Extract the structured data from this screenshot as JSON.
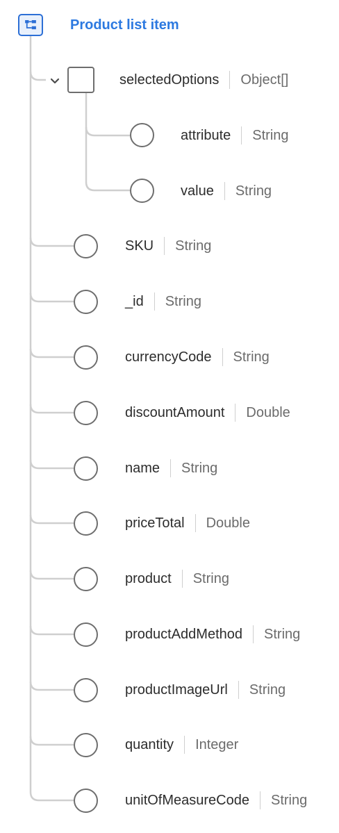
{
  "root": {
    "title": "Product list item",
    "icon": "schema-tree-icon",
    "accent_color": "#2c79e0"
  },
  "selected_options": {
    "name": "selectedOptions",
    "type": "Object[]",
    "expanded": true,
    "children": [
      {
        "name": "attribute",
        "type": "String"
      },
      {
        "name": "value",
        "type": "String"
      }
    ]
  },
  "fields": [
    {
      "name": "SKU",
      "type": "String"
    },
    {
      "name": "_id",
      "type": "String"
    },
    {
      "name": "currencyCode",
      "type": "String"
    },
    {
      "name": "discountAmount",
      "type": "Double"
    },
    {
      "name": "name",
      "type": "String"
    },
    {
      "name": "priceTotal",
      "type": "Double"
    },
    {
      "name": "product",
      "type": "String"
    },
    {
      "name": "productAddMethod",
      "type": "String"
    },
    {
      "name": "productImageUrl",
      "type": "String"
    },
    {
      "name": "quantity",
      "type": "Integer"
    },
    {
      "name": "unitOfMeasureCode",
      "type": "String"
    }
  ]
}
